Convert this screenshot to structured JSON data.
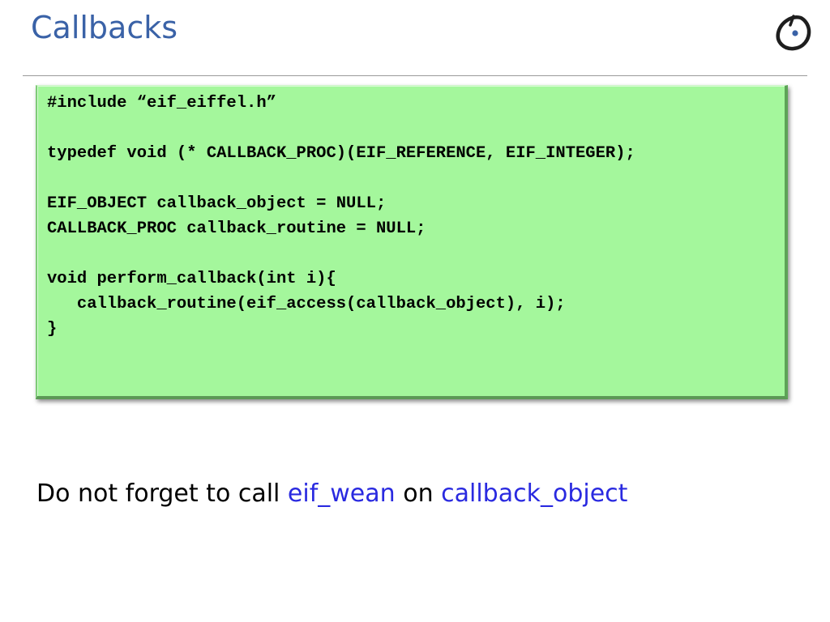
{
  "slide": {
    "title": "Callbacks"
  },
  "logo": {
    "icon": "circle-dot-logo"
  },
  "code": {
    "lines": [
      "#include “eif_eiffel.h”",
      "",
      "typedef void (* CALLBACK_PROC)(EIF_REFERENCE, EIF_INTEGER);",
      "",
      "EIF_OBJECT callback_object = NULL;",
      "CALLBACK_PROC callback_routine = NULL;",
      "",
      "void perform_callback(int i){",
      "   callback_routine(eif_access(callback_object), i);",
      "}"
    ],
    "background": "#a4f79c"
  },
  "note": {
    "prefix": "Do not forget to call ",
    "function": "eif_wean",
    "middle": " on ",
    "object": "callback_object",
    "highlight_color": "#2a2ae0"
  },
  "colors": {
    "title": "#3a62a7"
  }
}
